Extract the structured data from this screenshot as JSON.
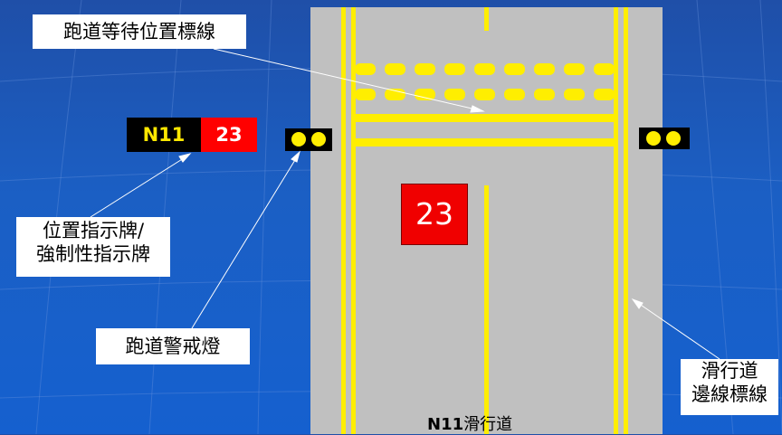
{
  "labels": {
    "holding_position": "跑道等待位置標線",
    "location_sign_line1": "位置指示牌/",
    "location_sign_line2": "強制性指示牌",
    "runway_guard_lights": "跑道警戒燈",
    "taxiway_edge_line1": "滑行道",
    "taxiway_edge_line2": "邊線標線",
    "taxiway_name": "N11",
    "taxiway_suffix": "滑行道"
  },
  "signs": {
    "location_text": "N11",
    "runway_text": "23",
    "ground_mandatory_text": "23"
  },
  "colors": {
    "background": "#1b5fc4",
    "pavement": "#c0c0c0",
    "marking": "#ffee00",
    "sign_red": "#f00000",
    "sign_black": "#000000",
    "sign_yellow_text": "#ffe800"
  }
}
